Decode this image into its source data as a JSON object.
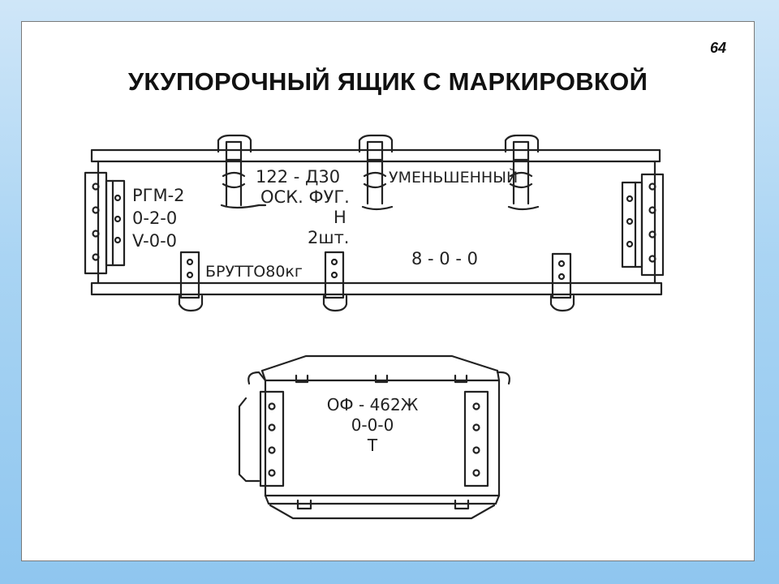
{
  "slide": {
    "page_number": "64",
    "title": "УКУПОРОЧНЫЙ ЯЩИК С МАРКИРОВКОЙ"
  },
  "long_box": {
    "left_lines": [
      "РГМ-2",
      "0-2-0",
      "V-0-0"
    ],
    "center_lines": [
      "122 - Д30",
      "ОСК. ФУГ.",
      "Н",
      "2шт."
    ],
    "right_label": "УМЕНЬШЕННЫЙ",
    "gross_weight": "БРУТТО80кг",
    "code": "8 - 0 - 0"
  },
  "short_box": {
    "lines": [
      "ОФ - 462Ж",
      "0-0-0",
      "Т"
    ]
  }
}
